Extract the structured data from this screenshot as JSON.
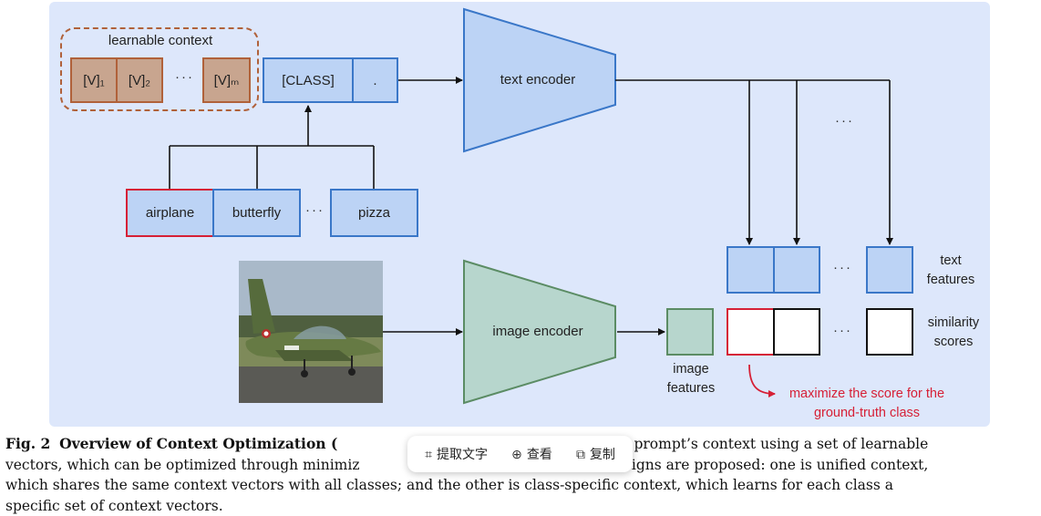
{
  "diagram": {
    "learnable_context_label": "learnable context",
    "context_tokens": [
      "[V]₁",
      "[V]₂",
      "···",
      "[V]ₘ"
    ],
    "class_token": "[CLASS]",
    "period_token": ".",
    "text_encoder_label": "text encoder",
    "image_encoder_label": "image encoder",
    "classes": [
      "airplane",
      "butterfly",
      "pizza"
    ],
    "ellipsis": "···",
    "text_features_label": "text\nfeatures",
    "similarity_scores_label": "similarity\nscores",
    "image_features_label": "image\nfeatures",
    "maximize_note": "maximize the score for the\nground-truth class",
    "colors": {
      "panel": "#dde7fb",
      "context_fill": "#c8a58f",
      "context_border": "#b0613a",
      "blue_fill": "#bcd3f5",
      "blue_border": "#3a77c8",
      "ground_truth_red": "#d62036",
      "image_encoder_green": "#b7d6cd"
    }
  },
  "caption": {
    "fig_label": "Fig. 2",
    "title": "Overview of Context Optimization (",
    "line1_rest": "model a prompt’s context using a set of learnable",
    "line2_left": "vectors, which can be optimized through minimiz",
    "line2_right": "Two designs are proposed: one is unified context,",
    "line3": "which shares the same context vectors with all classes; and the other is class-specific context, which learns for each class a",
    "line4": "specific set of context vectors."
  },
  "popup": {
    "extract_text": "提取文字",
    "view": "查看",
    "copy": "复制"
  }
}
